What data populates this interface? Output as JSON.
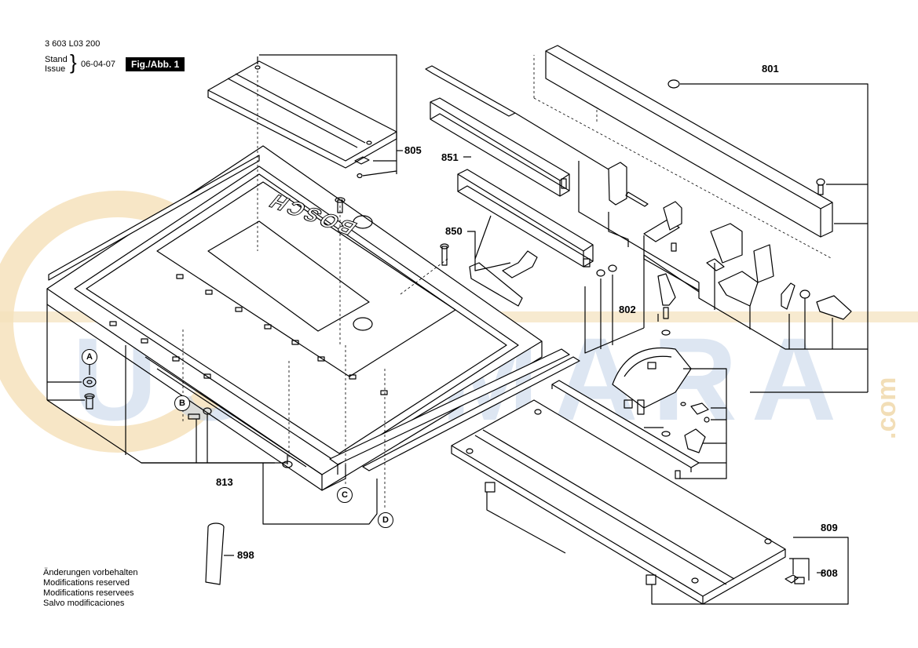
{
  "header": {
    "doc_number": "3 603 L03 200",
    "stand_label": "Stand",
    "issue_label": "Issue",
    "date": "06-04-07",
    "figure_label": "Fig./Abb. 1"
  },
  "callouts": {
    "c801": "801",
    "c802": "802",
    "c805": "805",
    "c808": "808",
    "c809": "809",
    "c813": "813",
    "c850": "850",
    "c851": "851",
    "c898": "898"
  },
  "reference_markers": {
    "a": "A",
    "b": "B",
    "c": "C",
    "d": "D"
  },
  "embossed_logo": "BOSCH",
  "modifications_note": [
    "Änderungen vorbehalten",
    "Modifications reserved",
    "Modifications reservees",
    "Salvo modificaciones"
  ],
  "watermark": {
    "text": "USTAMARA",
    "suffix": ".com",
    "colors": {
      "blue": "#b9cbe3",
      "orange": "#f3d9a8"
    }
  }
}
